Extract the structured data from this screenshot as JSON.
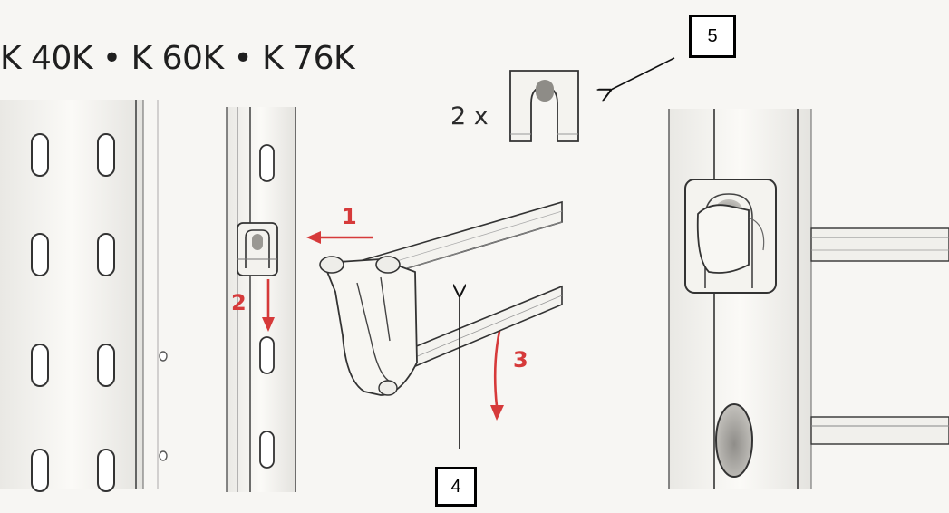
{
  "header": {
    "models": "K 40K • K 60K • K 76K"
  },
  "parts": {
    "quantity": "2 x"
  },
  "callouts": {
    "clip_label": "5",
    "beam_label": "4"
  },
  "steps": {
    "one": "1",
    "two": "2",
    "three": "3"
  },
  "colors": {
    "background": "#f7f6f3",
    "metal": "#f1f0ec",
    "outline": "#3a3a3a",
    "step_arrow": "#d63a3a",
    "slot_shadow": "#bfbdb8"
  }
}
